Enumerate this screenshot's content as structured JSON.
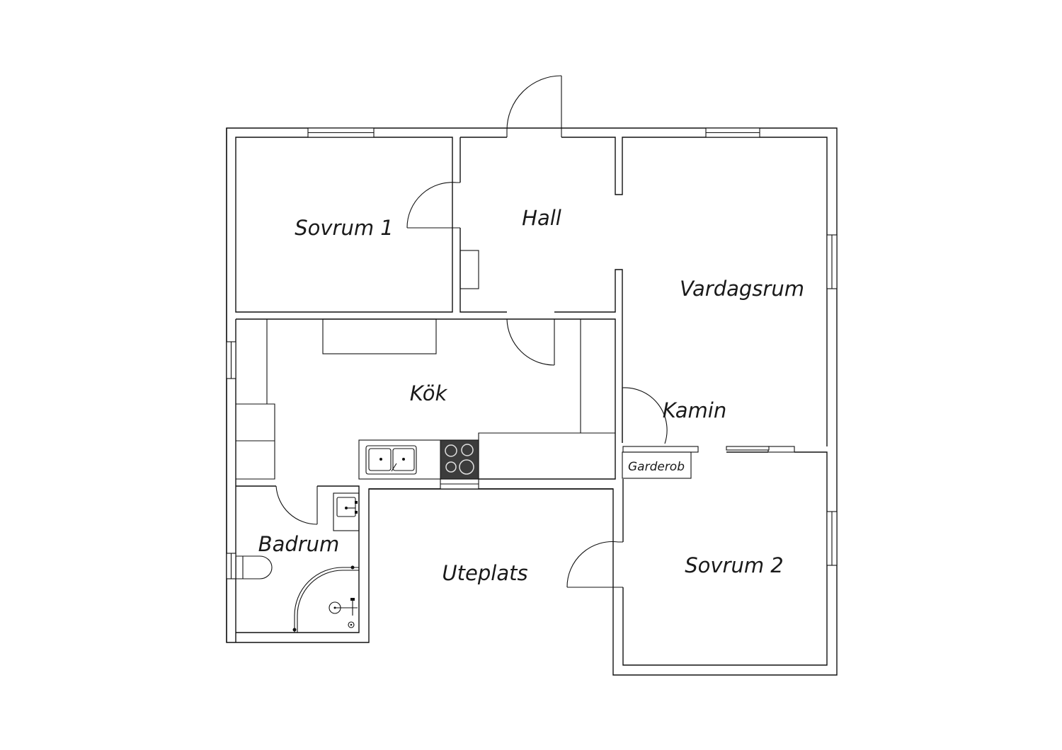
{
  "rooms": {
    "sovrum1": "Sovrum 1",
    "hall": "Hall",
    "vardagsrum": "Vardagsrum",
    "kok": "Kök",
    "kamin": "Kamin",
    "garderob": "Garderob",
    "badrum": "Badrum",
    "uteplats": "Uteplats",
    "sovrum2": "Sovrum 2"
  }
}
